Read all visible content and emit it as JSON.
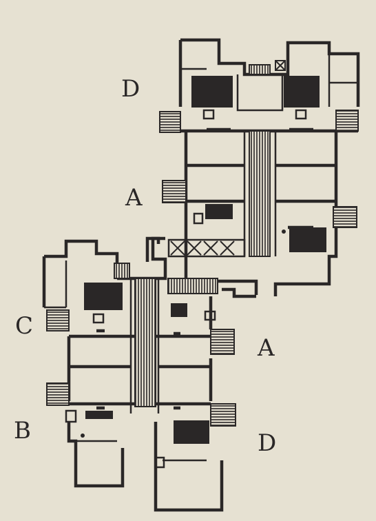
{
  "labels": {
    "top_d": "D",
    "top_a": "A",
    "left_c": "C",
    "right_a": "A",
    "left_b": "B",
    "bottom_d": "D"
  }
}
